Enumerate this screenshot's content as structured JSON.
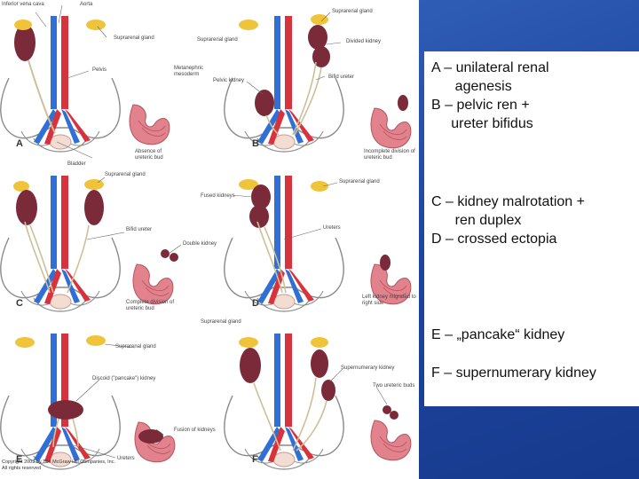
{
  "panels": {
    "A": {
      "letter": "A",
      "labels": {
        "ivc": "Inferior vena cava",
        "aorta": "Aorta",
        "suprarenal": "Suprarenal gland",
        "pelvis": "Pelvis",
        "metanephric": "Metanephric mesoderm",
        "bladder": "Bladder",
        "absence": "Absence of ureteric bud"
      }
    },
    "B": {
      "letter": "B",
      "labels": {
        "suprarenal_top": "Suprarenal gland",
        "suprarenal_left": "Suprarenal gland",
        "divided": "Divided kidney",
        "pelvic_kidney": "Pelvic kidney",
        "bifid": "Bifid ureter",
        "incomplete": "Incomplete division of ureteric bud"
      }
    },
    "C": {
      "letter": "C",
      "labels": {
        "suprarenal": "Suprarenal gland",
        "bifid": "Bifid ureter",
        "double": "Double kidney",
        "complete": "Complete division of ureteric bud"
      }
    },
    "D": {
      "letter": "D",
      "labels": {
        "fused": "Fused kidneys",
        "suprarenal": "Suprarenal gland",
        "ureters": "Ureters",
        "left_kidney": "Left kidney migrated to right side"
      }
    },
    "E": {
      "letter": "E",
      "labels": {
        "suprarenal_top": "Suprarenal gland",
        "suprarenal": "Suprarenal gland",
        "discoid": "Discoid (\"pancake\") kidney",
        "fusion": "Fusion of kidneys",
        "ureters": "Ureters"
      }
    },
    "F": {
      "letter": "F",
      "labels": {
        "supernumerary": "Supernumerary kidney",
        "two_buds": "Two ureteric buds"
      }
    }
  },
  "copyright": {
    "line1": "Copyright 2003 by The McGraw Hill Companies, Inc.",
    "line2": "All rights reserved"
  },
  "captions": {
    "ab_line1": "A – unilateral renal",
    "ab_line2": "      agenesis",
    "ab_line3": "B – pelvic ren +",
    "ab_line4": "     ureter bifidus",
    "cd_line1": "C – kidney malrotation +",
    "cd_line2": "      ren duplex",
    "cd_line3": "D – crossed ectopia",
    "e_line": "E – „pancake“ kidney",
    "f_line": "F – supernumerary kidney"
  },
  "colors": {
    "background_blue": "#1e45a0",
    "artery_red": "#d8323c",
    "vein_blue": "#2f6fd6",
    "kidney_maroon": "#7b2a3a",
    "gland_yellow": "#f0c43a",
    "bone_outline": "#888888",
    "ureter_beige": "#cdbf98",
    "bladder_pink": "#e1828c"
  }
}
